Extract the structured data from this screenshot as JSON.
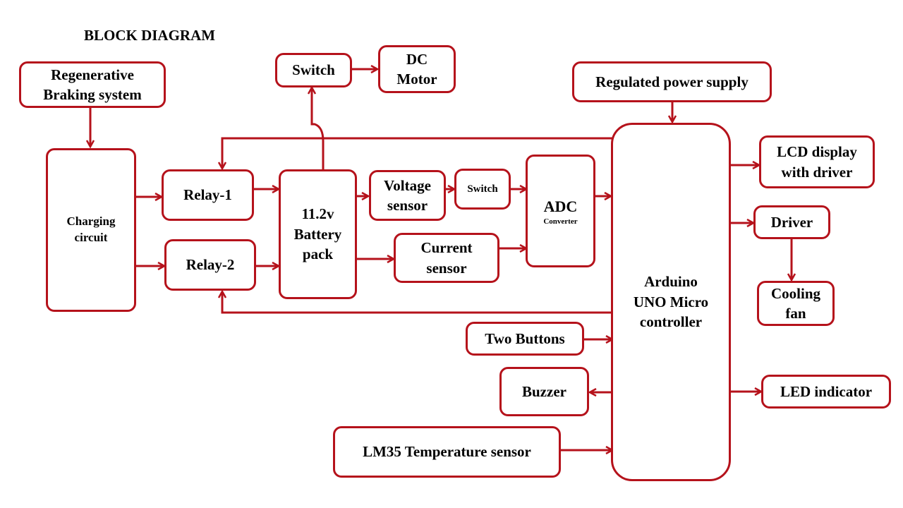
{
  "title": "BLOCK DIAGRAM",
  "colors": {
    "stroke": "#b5121b",
    "text": "#000000",
    "background": "#ffffff"
  },
  "blocks": {
    "regen": "Regenerative\nBraking system",
    "charging": "Charging\ncircuit",
    "relay1": "Relay-1",
    "relay2": "Relay-2",
    "battery": "11.2v\nBattery\npack",
    "switch_motor": "Switch",
    "dc_motor": "DC\nMotor",
    "voltage_sensor": "Voltage\nsensor",
    "switch_adc": "Switch",
    "current_sensor": "Current\nsensor",
    "adc_main": "ADC",
    "adc_sub": "Converter",
    "power_supply": "Regulated power supply",
    "arduino": "Arduino\nUNO Micro\ncontroller",
    "lcd": "LCD display\nwith driver",
    "driver": "Driver",
    "cooling_fan": "Cooling\nfan",
    "led": "LED indicator",
    "buttons": "Two Buttons",
    "buzzer": "Buzzer",
    "lm35": "LM35 Temperature sensor"
  },
  "connections": [
    {
      "from": "regen",
      "to": "charging"
    },
    {
      "from": "charging",
      "to": "relay1"
    },
    {
      "from": "charging",
      "to": "relay2"
    },
    {
      "from": "relay1",
      "to": "battery"
    },
    {
      "from": "relay2",
      "to": "battery"
    },
    {
      "from": "battery",
      "to": "switch_motor"
    },
    {
      "from": "switch_motor",
      "to": "dc_motor"
    },
    {
      "from": "battery",
      "to": "voltage_sensor"
    },
    {
      "from": "battery",
      "to": "current_sensor"
    },
    {
      "from": "voltage_sensor",
      "to": "switch_adc"
    },
    {
      "from": "switch_adc",
      "to": "adc"
    },
    {
      "from": "current_sensor",
      "to": "adc"
    },
    {
      "from": "adc",
      "to": "arduino"
    },
    {
      "from": "power_supply",
      "to": "arduino"
    },
    {
      "from": "arduino",
      "to": "relay1"
    },
    {
      "from": "arduino",
      "to": "relay2"
    },
    {
      "from": "arduino",
      "to": "lcd"
    },
    {
      "from": "arduino",
      "to": "driver"
    },
    {
      "from": "driver",
      "to": "cooling_fan"
    },
    {
      "from": "arduino",
      "to": "led"
    },
    {
      "from": "buttons",
      "to": "arduino"
    },
    {
      "from": "arduino",
      "to": "buzzer"
    },
    {
      "from": "lm35",
      "to": "arduino"
    }
  ]
}
